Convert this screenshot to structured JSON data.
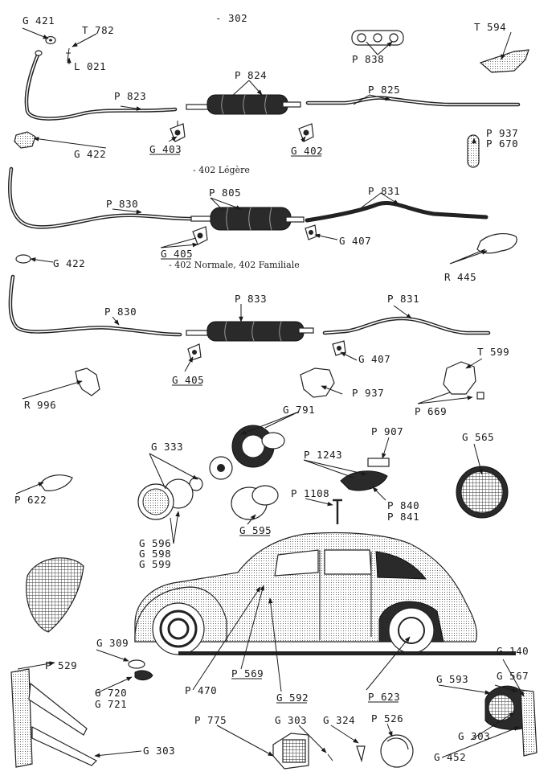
{
  "page_number": "- 302",
  "captions": {
    "legere": "- 402 Légère",
    "normale": "- 402 Normale, 402 Familiale"
  },
  "labels": {
    "G421": "G 421",
    "T782": "T 782",
    "L021": "L 021",
    "P838": "P 838",
    "T594": "T 594",
    "P824": "P 824",
    "P823": "P 823",
    "P825": "P 825",
    "G422a": "G 422",
    "G403": "G 403",
    "G402": "G 402",
    "P937a": "P 937",
    "P670": "P 670",
    "P805": "P 805",
    "P830a": "P 830",
    "P831a": "P 831",
    "G405a": "G 405",
    "G407a": "G 407",
    "R445": "R 445",
    "G422b": "G 422",
    "P833": "P 833",
    "P830b": "P 830",
    "P831b": "P 831",
    "G405b": "G 405",
    "G407b": "G 407",
    "T599": "T 599",
    "R996": "R 996",
    "P937b": "P 937",
    "P669": "P 669",
    "G791": "G 791",
    "P907": "P 907",
    "G333": "G 333",
    "P1243": "P 1243",
    "G565": "G 565",
    "P840": "P 840",
    "P841": "P 841",
    "P1108": "P 1108",
    "G595": "G 595",
    "P622": "P 622",
    "G596": "G 596",
    "G598": "G 598",
    "G599": "G 599",
    "G309": "G 309",
    "P529": "P 529",
    "G720": "G 720",
    "G721": "G 721",
    "P569": "P 569",
    "P470": "P 470",
    "G592": "G 592",
    "P623": "P 623",
    "G140": "G 140",
    "G593": "G 593",
    "G567": "G 567",
    "P775": "P 775",
    "G303a": "G 303",
    "G324": "G 324",
    "P526": "P 526",
    "G303b": "G 303",
    "G303c": "G 303",
    "G452": "G 452"
  }
}
